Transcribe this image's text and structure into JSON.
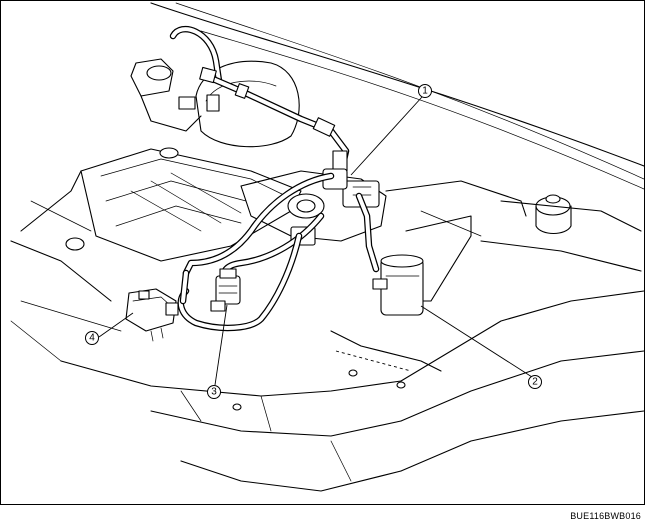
{
  "callouts": [
    {
      "id": "1",
      "label": "1"
    },
    {
      "id": "2",
      "label": "2"
    },
    {
      "id": "3",
      "label": "3"
    },
    {
      "id": "4",
      "label": "4"
    }
  ],
  "figure_code": "BUE116BWB016"
}
